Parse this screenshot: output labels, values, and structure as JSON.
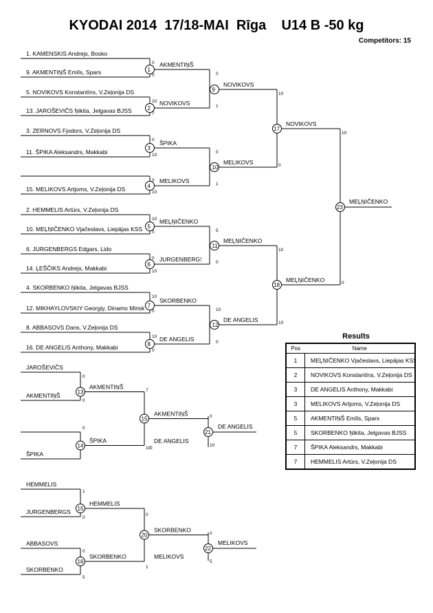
{
  "header": {
    "title": "KYODAI 2014  17/18-MAI  Rīga    U14 B -50 kg",
    "competitors": "Competitors: 15"
  },
  "bracket": {
    "entries": [
      "1. KAMENSKIS Andrejs, Bosko",
      "9. AKMENTIŅŠ Emīls, Spars",
      "5. NOVIKOVS Konstantīns, V.Zeļonija DS",
      "13. JAROŠEVIČS Ņikita, Jelgavas BJSS",
      "3. ZERNOVS Fjodors, V.Zeļonija DS",
      "11. ŠPIKA Aleksandrs, Makkabi",
      "15. MELIKOVS Artjoms, V.Zeļonija DS",
      "2. HEMMELIS Artūrs, V.Zeļonija DS",
      "10. MEĻŅIČENKO Vjačeslavs, Liepājas KSS",
      "6. JURGENBERGS Edgars, Lido",
      "14. ĻEŠČIKS Andrejs, Makkabi",
      "4. SKORBENKO Ņikita, Jelgavas BJSS",
      "12. MIKHAYLOVSKIY Georgiy, Dinamo Minsk",
      "8. ABBASOVS Dans, V.Zeļonija DS",
      "16. DE ANGELIS Anthony, Makkabi"
    ],
    "rep_entries": [
      "JAROŠEVIČS",
      "AKMENTIŅŠ",
      "ŠPIKA",
      "HEMMELIS",
      "JURGENBERGS",
      "ABBASOVS",
      "SKORBENKO"
    ],
    "winners": [
      "AKMENTIŅŠ",
      "NOVIKOVS",
      "ŠPIKA",
      "MELIKOVS",
      "MEĻŅIČENKO",
      "JURGENBERGS",
      "SKORBENKO",
      "DE ANGELIS",
      "NOVIKOVS",
      "MELIKOVS",
      "MEĻŅIČENKO",
      "DE ANGELIS",
      "NOVIKOVS",
      "MEĻŅIČENKO",
      "MEĻŅIČENKO",
      "AKMENTIŅŠ",
      "ŠPIKA",
      "AKMENTIŅŠ",
      "DE ANGELIS",
      "DE ANGELIS",
      "HEMMELIS",
      "SKORBENKO",
      "SKORBENKO",
      "MELIKOVS",
      "MELIKOVS"
    ],
    "match_numbers": [
      "1",
      "2",
      "3",
      "4",
      "5",
      "6",
      "7",
      "8",
      "9",
      "10",
      "11",
      "12",
      "17",
      "18",
      "23",
      "13",
      "14",
      "15",
      "21",
      "15",
      "16",
      "20",
      "22"
    ],
    "scores": [
      "0",
      "0",
      "10",
      "7",
      "0",
      "10",
      "0",
      "10",
      "10",
      "0",
      "0",
      "10",
      "10",
      "0",
      "10",
      "0",
      "0",
      "1",
      "0",
      "1",
      "5",
      "0",
      "10",
      "0",
      "10",
      "0",
      "10",
      "10",
      "10",
      "0",
      "0",
      "0",
      "7",
      "10",
      "0",
      "10",
      "0",
      "0",
      "10",
      "1",
      "0",
      "0",
      "1",
      "0",
      "10",
      "0",
      "5",
      "1",
      "0",
      "5"
    ]
  },
  "results": {
    "title": "Results",
    "col_pos": "Pos",
    "col_name": "Name",
    "rows": [
      {
        "pos": "1",
        "name": "MEĻŅIČENKO Vjačeslavs, Liepājas KSS"
      },
      {
        "pos": "2",
        "name": "NOVIKOVS Konstantīns, V.Zeļonija DS"
      },
      {
        "pos": "3",
        "name": "DE ANGELIS Anthony, Makkabi"
      },
      {
        "pos": "3",
        "name": "MELIKOVS Artjoms, V.Zeļonija DS"
      },
      {
        "pos": "5",
        "name": "AKMENTIŅŠ Emīls, Spars"
      },
      {
        "pos": "5",
        "name": "SKORBENKO Ņikita, Jelgavas BJSS"
      },
      {
        "pos": "7",
        "name": "ŠPIKA Aleksandrs, Makkabi"
      },
      {
        "pos": "7",
        "name": "HEMMELIS Artūrs, V.Zeļonija DS"
      }
    ]
  }
}
